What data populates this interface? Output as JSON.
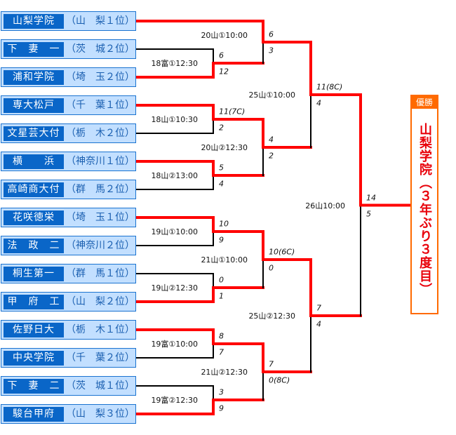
{
  "teams": [
    {
      "name": "山梨学院",
      "pref": "（山　梨１位）"
    },
    {
      "name": "下　妻　一",
      "pref": "（茨　城２位）"
    },
    {
      "name": "浦和学院",
      "pref": "（埼　玉２位）"
    },
    {
      "name": "専大松戸",
      "pref": "（千　葉１位）"
    },
    {
      "name": "文星芸大付",
      "pref": "（栃　木２位）"
    },
    {
      "name": "横　　浜",
      "pref": "（神奈川１位）"
    },
    {
      "name": "高崎商大付",
      "pref": "（群　馬２位）"
    },
    {
      "name": "花咲徳栄",
      "pref": "（埼　玉１位）"
    },
    {
      "name": "法　政　二",
      "pref": "（神奈川２位）"
    },
    {
      "name": "桐生第一",
      "pref": "（群　馬１位）"
    },
    {
      "name": "甲　府　工",
      "pref": "（山　梨２位）"
    },
    {
      "name": "佐野日大",
      "pref": "（栃　木１位）"
    },
    {
      "name": "中央学院",
      "pref": "（千　葉２位）"
    },
    {
      "name": "下　妻　二",
      "pref": "（茨　城１位）"
    },
    {
      "name": "駿台甲府",
      "pref": "（山　梨３位）"
    }
  ],
  "round1": [
    {
      "time": "18富①12:30",
      "scores": [
        "6",
        "12"
      ],
      "winner": 1
    },
    {
      "time": "18山①10:30",
      "scores": [
        "11(7C)",
        "2"
      ],
      "winner": 0
    },
    {
      "time": "18山②13:00",
      "scores": [
        "5",
        "4"
      ],
      "winner": 0
    },
    {
      "time": "19山①10:00",
      "scores": [
        "10",
        "9"
      ],
      "winner": 0
    },
    {
      "time": "19山②12:30",
      "scores": [
        "0",
        "1"
      ],
      "winner": 1
    },
    {
      "time": "19富①10:00",
      "scores": [
        "8",
        "7"
      ],
      "winner": 0
    },
    {
      "time": "19富②12:30",
      "scores": [
        "3",
        "9"
      ],
      "winner": 1
    }
  ],
  "round2": [
    {
      "time": "20山①10:00",
      "scores": [
        "6",
        "3"
      ],
      "winner": 0
    },
    {
      "time": "20山②12:30",
      "scores": [
        "4",
        "2"
      ],
      "winner": 0
    },
    {
      "time": "21山①10:00",
      "scores": [
        "10(6C)",
        "0"
      ],
      "winner": 0
    },
    {
      "time": "21山②12:30",
      "scores": [
        "7",
        "0(8C)"
      ],
      "winner": 0
    }
  ],
  "round3": [
    {
      "time": "25山①10:00",
      "scores": [
        "11(8C)",
        "4"
      ],
      "winner": 0
    },
    {
      "time": "25山②12:30",
      "scores": [
        "7",
        "4"
      ],
      "winner": 0
    }
  ],
  "final": {
    "time": "26山10:00",
    "scores": [
      "14",
      "5"
    ],
    "winner": 0
  },
  "champion": {
    "header": "優勝",
    "text": "山梨学院（３年ぶり３度目）"
  },
  "colors": {
    "win_line": "#ff0000",
    "line": "#000000",
    "champion_border": "#ff6a00"
  }
}
